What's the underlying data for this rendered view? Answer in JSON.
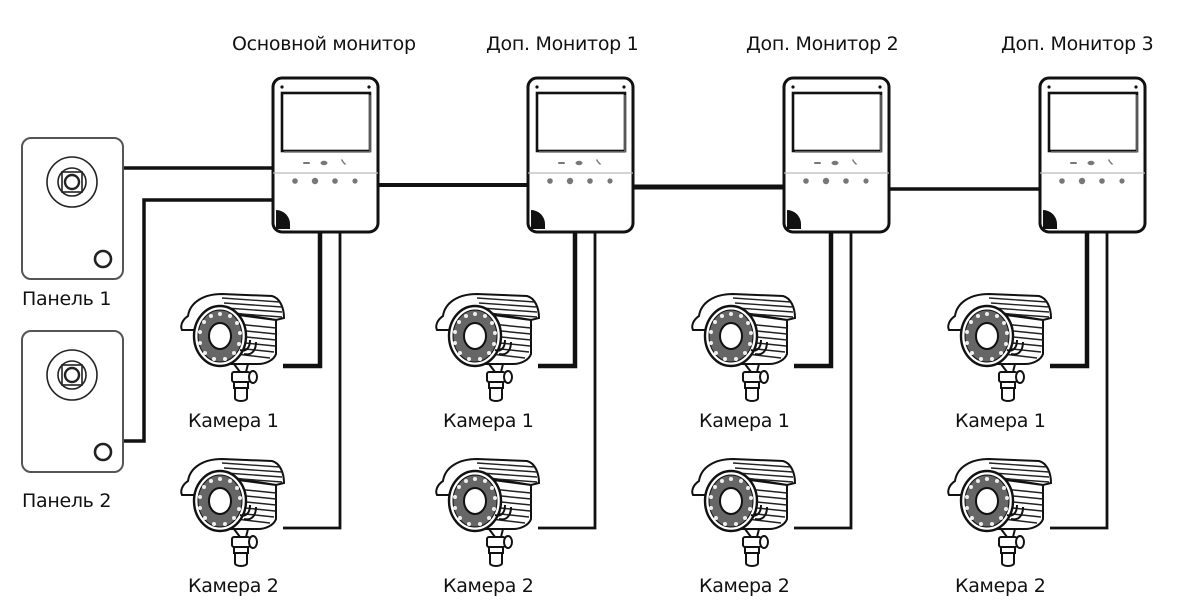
{
  "diagram": {
    "title": "Схема подключения видеодомофона",
    "colors": {
      "line": "#111111",
      "background": "#ffffff",
      "device_fill": "#ffffff"
    },
    "monitors": [
      {
        "label": "Основной монитор",
        "role": "main"
      },
      {
        "label": "Доп. Монитор 1",
        "role": "extra"
      },
      {
        "label": "Доп. Монитор 2",
        "role": "extra"
      },
      {
        "label": "Доп. Монитор 3",
        "role": "extra"
      }
    ],
    "panels": [
      {
        "label": "Панель 1"
      },
      {
        "label": "Панель 2"
      }
    ],
    "cameras_per_monitor": [
      {
        "label": "Камера 1"
      },
      {
        "label": "Камера 2"
      }
    ],
    "connections": [
      {
        "from": "Панель 1",
        "to": "Основной монитор"
      },
      {
        "from": "Панель 2",
        "to": "Основной монитор"
      },
      {
        "from": "Основной монитор",
        "to": "Доп. Монитор 1"
      },
      {
        "from": "Доп. Монитор 1",
        "to": "Доп. Монитор 2"
      },
      {
        "from": "Доп. Монитор 2",
        "to": "Доп. Монитор 3"
      },
      {
        "from": "Камера 1",
        "to": "each monitor"
      },
      {
        "from": "Камера 2",
        "to": "each monitor"
      }
    ]
  }
}
